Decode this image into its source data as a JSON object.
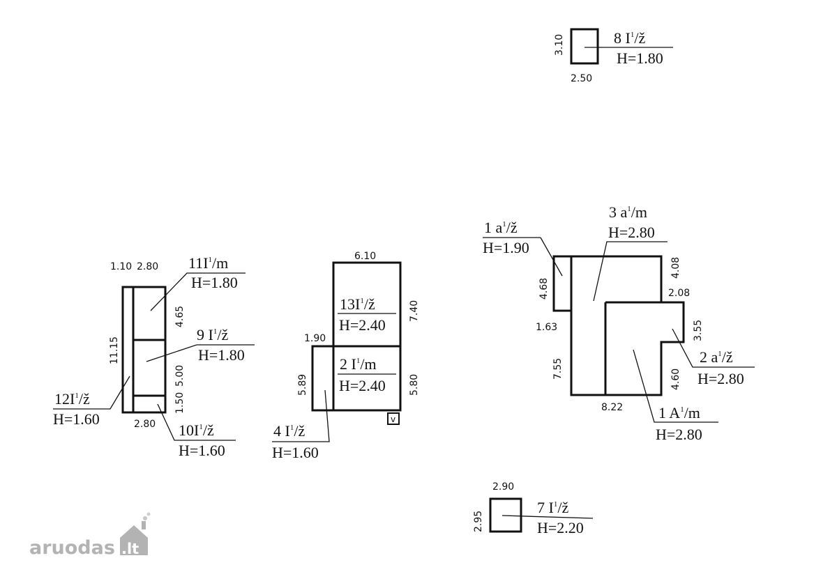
{
  "dimensions": {
    "b8_h": "3.10",
    "b8_w": "2.50",
    "left_a": "1.10",
    "left_b": "2.80",
    "left_c": "4.65",
    "left_total": "11.15",
    "left_d": "1.50",
    "left_e": "5.00",
    "left_bottom": "2.80",
    "mid_top": "6.10",
    "mid_right_upper": "7.40",
    "mid_left_width": "1.90",
    "mid_left_height": "5.89",
    "mid_right_lower": "5.80",
    "right_4_68": "4.68",
    "right_4_08": "4.08",
    "right_2_08": "2.08",
    "right_3_55": "3.55",
    "right_1_63": "1.63",
    "right_7_55": "7.55",
    "right_4_60": "4.60",
    "right_bottom": "8.22",
    "b7_w": "2.90",
    "b7_h": "2.95"
  },
  "rooms": [
    {
      "num": "8",
      "sup": "1",
      "letter": "I",
      "use": "/ž",
      "h": "H=1.80"
    },
    {
      "num": "11",
      "sup": "1",
      "letter": "I",
      "use": "/m",
      "h": "H=1.80"
    },
    {
      "num": "9",
      "sup": "1",
      "letter": "I",
      "use": "/ž",
      "h": "H=1.80"
    },
    {
      "num": "12",
      "sup": "1",
      "letter": "I",
      "use": "/ž",
      "h": "H=1.60"
    },
    {
      "num": "10",
      "sup": "1",
      "letter": "I",
      "use": "/ž",
      "h": "H=1.60"
    },
    {
      "num": "13",
      "sup": "1",
      "letter": "I",
      "use": "/ž",
      "h": "H=2.40"
    },
    {
      "num": "2",
      "sup": "1",
      "letter": "I",
      "use": "/m",
      "h": "H=2.40"
    },
    {
      "num": "4",
      "sup": "1",
      "letter": "I",
      "use": "/ž",
      "h": "H=1.60"
    },
    {
      "num": "1",
      "sup": "1",
      "letter": "a",
      "use": "/ž",
      "h": "H=1.90"
    },
    {
      "num": "3",
      "sup": "1",
      "letter": "a",
      "use": "/m",
      "h": "H=2.80"
    },
    {
      "num": "2",
      "sup": "1",
      "letter": "a",
      "use": "/ž",
      "h": "H=2.80"
    },
    {
      "num": "1",
      "sup": "1",
      "letter": "A",
      "use": "/m",
      "h": "H=2.80"
    },
    {
      "num": "7",
      "sup": "1",
      "letter": "I",
      "use": "/ž",
      "h": "H=2.20"
    }
  ],
  "marker_v": "v",
  "watermark": {
    "text": "aruodas",
    "suffix": ".lt",
    "color": "#b3b3b3"
  }
}
